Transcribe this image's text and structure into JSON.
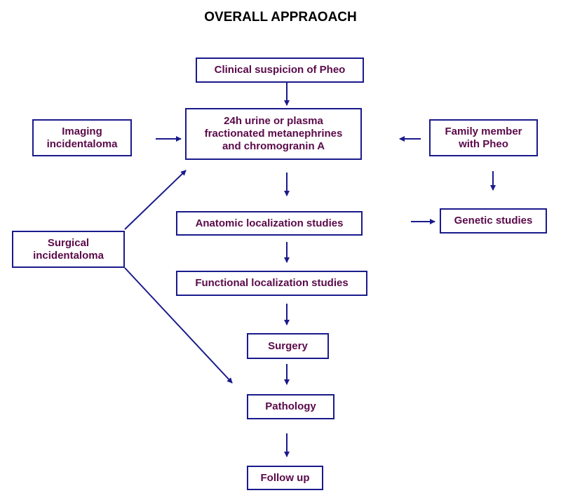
{
  "title": "OVERALL APPRAOACH",
  "colors": {
    "box_border": "#1a1a8c",
    "text": "#5a0a4a",
    "arrow": "#1a1a8c"
  },
  "nodes": {
    "clinical_suspicion": "Clinical suspicion of Pheo",
    "biochemical_tests": "24h urine or plasma\nfractionated metanephrines\nand chromogranin A",
    "imaging_incidentaloma": "Imaging\nincidentaloma",
    "family_member": "Family member\nwith Pheo",
    "anatomic_localization": "Anatomic localization studies",
    "genetic_studies": "Genetic studies",
    "surgical_incidentaloma": "Surgical\nincidentaloma",
    "functional_localization": "Functional localization studies",
    "surgery": "Surgery",
    "pathology": "Pathology",
    "follow_up": "Follow up"
  }
}
